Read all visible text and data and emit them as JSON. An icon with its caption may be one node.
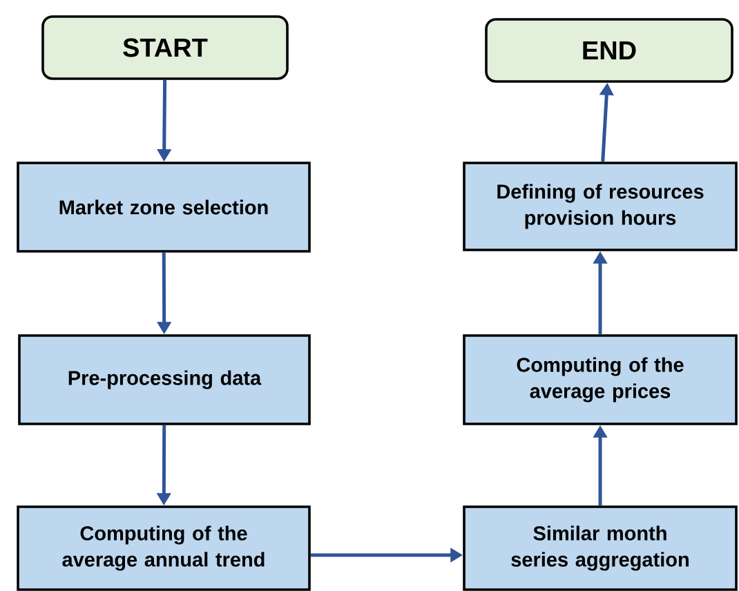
{
  "diagram": {
    "nodes": [
      {
        "text": [
          "START"
        ]
      },
      {
        "text": [
          "Market zone selection"
        ]
      },
      {
        "text": [
          "Pre-processing data"
        ]
      },
      {
        "text": [
          "Computing of the average annual trend"
        ]
      },
      {
        "text": [
          "END"
        ]
      },
      {
        "text": [
          "Defining of resources provision hours"
        ]
      },
      {
        "text": [
          "Computing of the average prices"
        ]
      },
      {
        "text": [
          "Similar month series aggregation"
        ]
      }
    ],
    "edges": [
      {
        "from": 0,
        "to": 1,
        "arrow": "to"
      },
      {
        "from": 1,
        "to": 2,
        "arrow": "to"
      },
      {
        "from": 2,
        "to": 3,
        "arrow": "to"
      },
      {
        "from": 3,
        "to": 7,
        "arrow": "to"
      },
      {
        "from": 7,
        "to": 6,
        "arrow": "to"
      },
      {
        "from": 6,
        "to": 5,
        "arrow": "to"
      },
      {
        "from": 5,
        "to": 4,
        "arrow": "to"
      }
    ]
  }
}
